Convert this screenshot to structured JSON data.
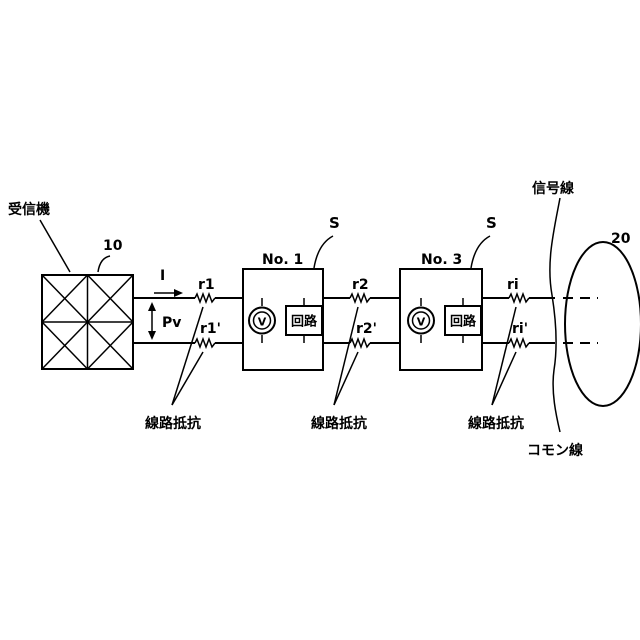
{
  "labels": {
    "receiver": "受信機",
    "receiver_ref": "10",
    "signal_line": "信号線",
    "common_line": "コモン線",
    "loop_ref": "20",
    "station_ref": "S",
    "unit1": "No. 1",
    "unit3": "No. 3",
    "current": "I",
    "voltage": "Pv",
    "r1": "r1",
    "r1p": "r1'",
    "r2": "r2",
    "r2p": "r2'",
    "ri": "ri",
    "rip": "ri'",
    "line_resistance": "線路抵抗",
    "circuit": "回路",
    "meter": "V"
  }
}
